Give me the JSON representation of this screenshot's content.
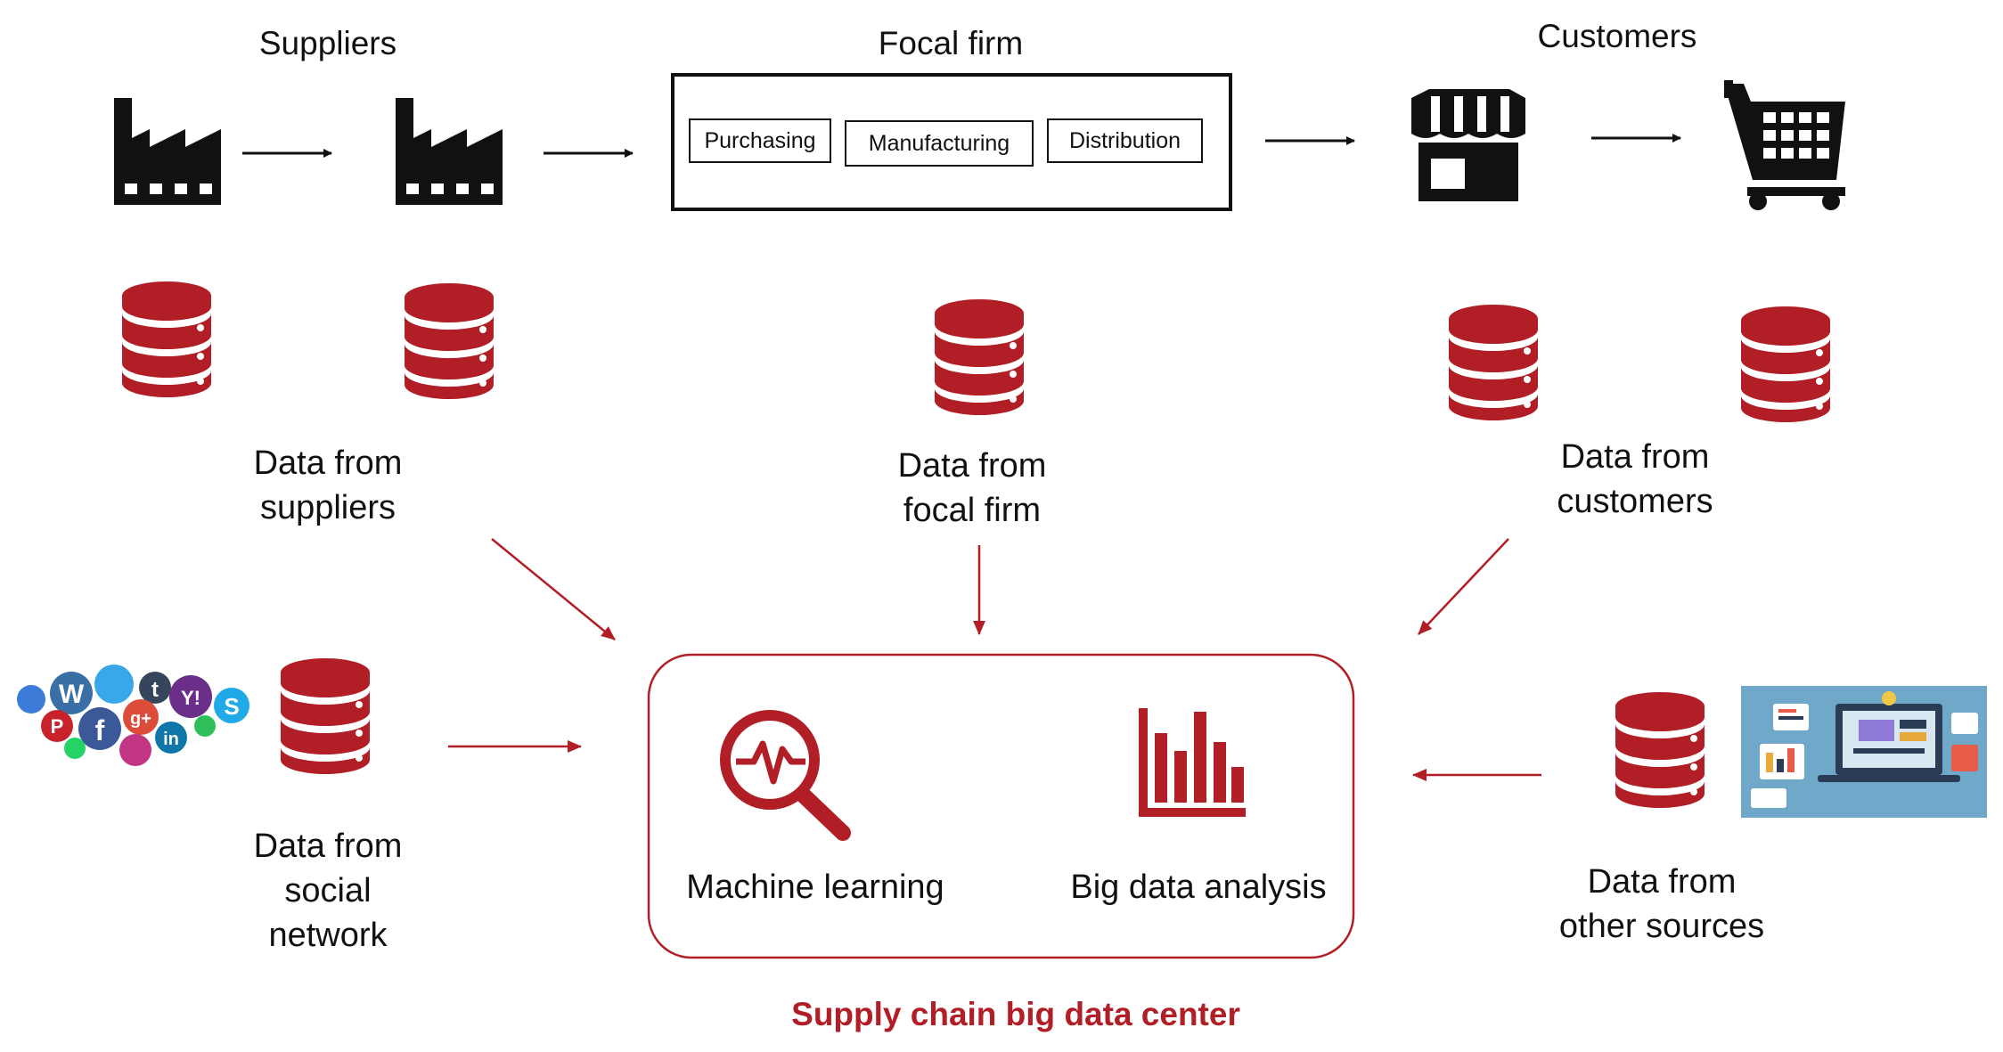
{
  "headers": {
    "suppliers": "Suppliers",
    "focal_firm": "Focal firm",
    "customers": "Customers"
  },
  "focal_boxes": [
    "Purchasing",
    "Manufacturing",
    "Distribution"
  ],
  "data_labels": {
    "suppliers": [
      "Data from",
      "suppliers"
    ],
    "focal_firm": [
      "Data from",
      "focal firm"
    ],
    "customers": [
      "Data from",
      "customers"
    ],
    "social": [
      "Data from",
      "social",
      "network"
    ],
    "other": [
      "Data from",
      "other sources"
    ]
  },
  "center": {
    "machine_learning": "Machine learning",
    "big_data": "Big data analysis",
    "title": "Supply chain big data center"
  },
  "social_icons": [
    "W",
    "t",
    "Y!",
    "S",
    "P",
    "f",
    "g+",
    "in"
  ],
  "colors": {
    "accent": "#b11e25",
    "ink": "#111111",
    "panel": "#6fa8c9"
  },
  "icons": [
    "factory-icon",
    "factory-icon",
    "store-icon",
    "cart-icon",
    "database-icon",
    "pulse-search-icon",
    "bar-chart-icon",
    "social-media-icons",
    "laptop-dashboard-illustration"
  ]
}
